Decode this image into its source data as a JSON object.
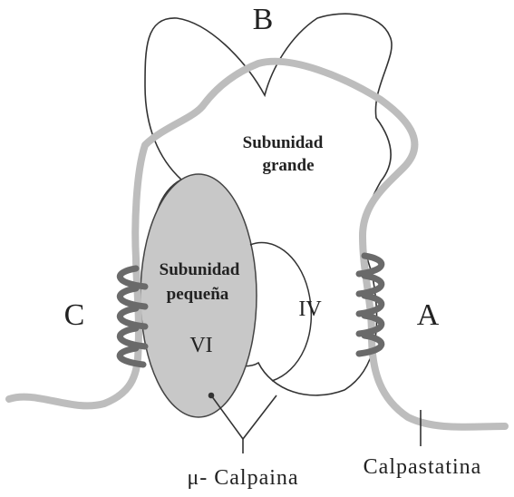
{
  "labels": {
    "region_a": "A",
    "region_b": "B",
    "region_c": "C",
    "large_subunit_line1": "Subunidad",
    "large_subunit_line2": "grande",
    "small_subunit_line1": "Subunidad",
    "small_subunit_line2": "pequeña",
    "domain_iv": "IV",
    "domain_vi": "VI",
    "mu_calpain": "μ- Calpaina",
    "calpastatin": "Calpastatina"
  },
  "colors": {
    "outline": "#333333",
    "small_subunit_fill": "#c8c8c8",
    "calpastatin_strand": "#bdbdbd",
    "helix": "#6a6a6a"
  }
}
